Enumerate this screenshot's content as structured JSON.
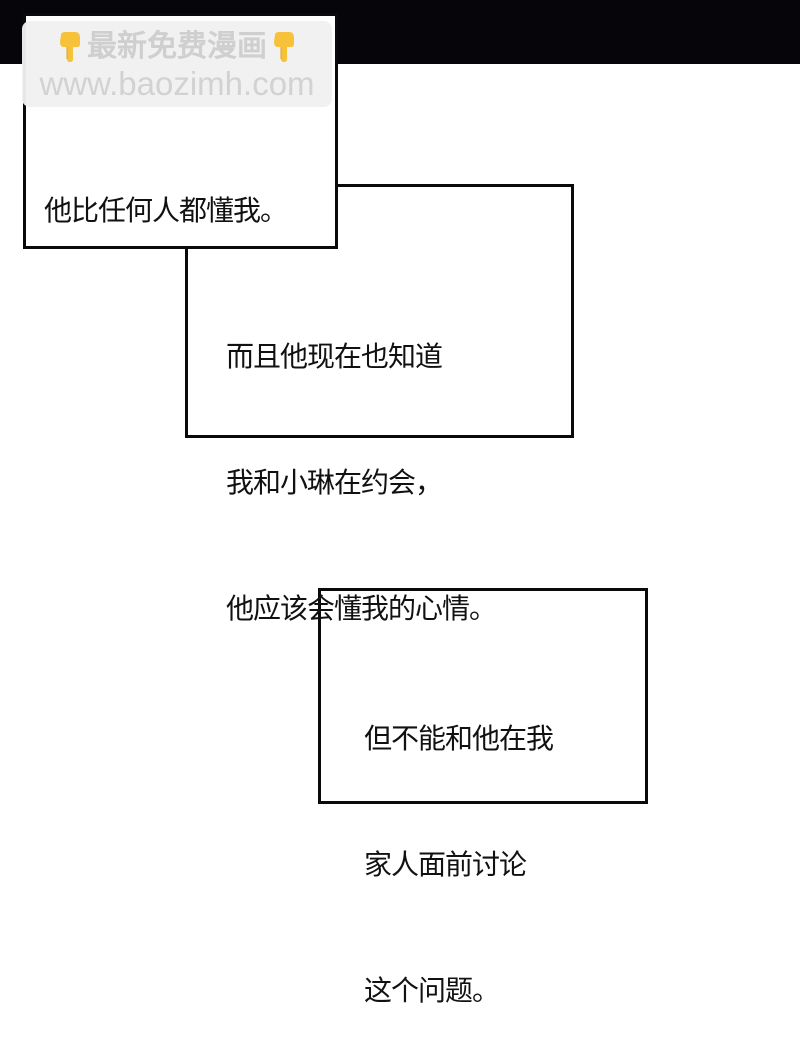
{
  "watermark": {
    "title": "最新免费漫画",
    "url": "www.baozimh.com",
    "left_icon": "pointing-down-hand-icon",
    "right_icon": "pointing-down-hand-icon"
  },
  "panels": [
    {
      "id": "caption-box-1",
      "lines": [
        "他比任何人都懂我。"
      ]
    },
    {
      "id": "caption-box-2",
      "lines": [
        "而且他现在也知道",
        "我和小琳在约会，",
        "他应该会懂我的心情。"
      ]
    },
    {
      "id": "caption-box-3",
      "lines": [
        "但不能和他在我",
        "家人面前讨论",
        "这个问题。"
      ]
    }
  ],
  "colors": {
    "top_band": "#05050a",
    "background": "#ffffff",
    "border": "#0a0a0a",
    "text": "#111111",
    "watermark_bg": "#f0f0f0",
    "watermark_text": "#cfcfcf",
    "hand_icon": "#f7c23a"
  }
}
